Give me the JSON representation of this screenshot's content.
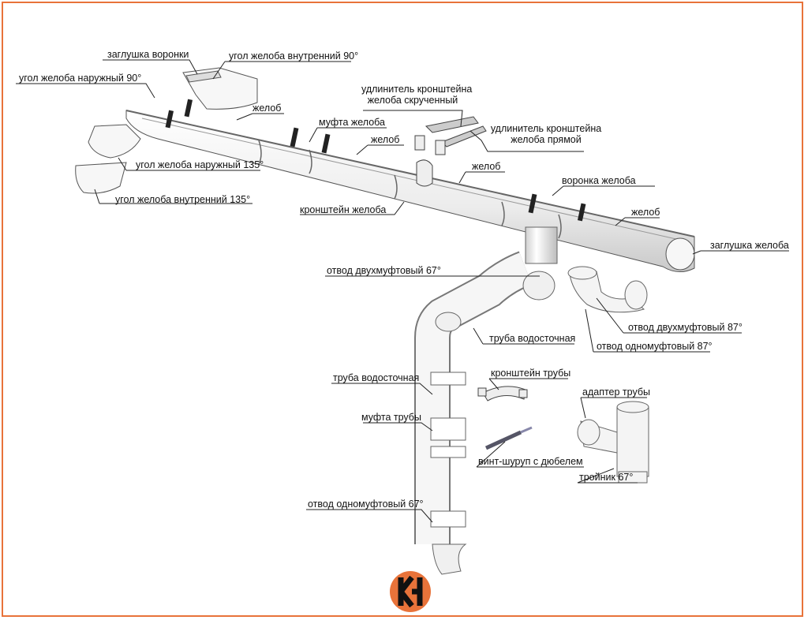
{
  "labels": {
    "zaglushka_voronki": "заглушка воронки",
    "ugol_vnutr_90": "угол желоба внутренний 90°",
    "ugol_naruzh_90": "угол желоба наружный 90°",
    "zhelob_1": "желоб",
    "udlinitel_skruch_1": "удлинитель кронштейна",
    "udlinitel_skruch_2": "желоба скрученный",
    "mufta_zheloba": "муфта желоба",
    "udlinitel_pryam_1": "удлинитель кронштейна",
    "udlinitel_pryam_2": "желоба прямой",
    "zhelob_2": "желоб",
    "ugol_naruzh_135": "угол желоба наружный 135°",
    "zhelob_3": "желоб",
    "voronka": "воронка желоба",
    "ugol_vnutr_135": "угол желоба внутренний 135°",
    "kronshtein_zheloba": "кронштейн желоба",
    "zhelob_4": "желоб",
    "zaglushka_zheloba": "заглушка желоба",
    "otvod_dvuh_67": "отвод двухмуфтовый 67°",
    "otvod_dvuh_87": "отвод двухмуфтовый 87°",
    "truba_1": "труба водосточная",
    "otvod_odno_87": "отвод одномуфтовый 87°",
    "kronshtein_truby": "кронштейн трубы",
    "truba_2": "труба водосточная",
    "adapter": "адаптер трубы",
    "mufta_truby": "муфта трубы",
    "vint": "винт-шуруп с дюбелем",
    "troinik": "тройник 67°",
    "otvod_odno_67": "отвод одномуфтовый 67°"
  },
  "colors": {
    "frame": "#e8733a",
    "logo_orange": "#e8733a",
    "gutter": "#f4f4f4",
    "stroke": "#555555",
    "leader": "#222222"
  },
  "logo": {
    "name": "brand-logo-icon"
  }
}
